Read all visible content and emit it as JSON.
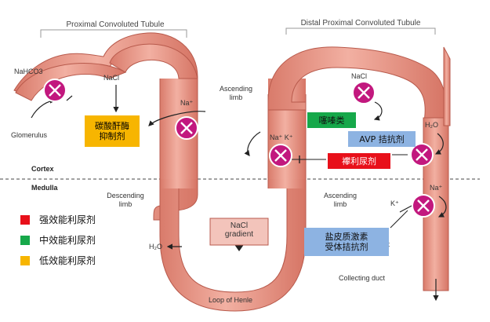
{
  "labels": {
    "proximal_title": "Proximal Convoluted Tubule",
    "distal_title": "Distal Proximal Convoluted Tubule",
    "nahco3": "NaHCO3",
    "nacl_left": "NaCl",
    "na_left": "Na⁺",
    "glomerulus": "Glomerulus",
    "ascending_upper": "Ascending\nlimb",
    "nacl_right": "NaCl",
    "na_k": "Na⁺ K⁺",
    "h2o_right": "H₂O",
    "cortex": "Cortex",
    "medulla": "Medulla",
    "descending": "Descending\nlimb",
    "ascending_lower": "Ascending\nlimb",
    "na_lower": "Na⁺",
    "k_lower": "K⁺",
    "nacl_gradient": "NaCl\ngradient",
    "h2o_left": "H₂O",
    "loop": "Loop of Henle",
    "collecting": "Collecting duct",
    "st_fragment": "st"
  },
  "drug_boxes": {
    "carbonic": "碳酸酐酶\n抑制剂",
    "thiazide": "噻嗪类",
    "avp": "AVP 拮抗剂",
    "loop": "襻利尿剂",
    "aldosterone": "盐皮质激素\n受体拮抗剂"
  },
  "legend": [
    {
      "label": "强效能利尿剂",
      "color": "#e8101a"
    },
    {
      "label": "中效能利尿剂",
      "color": "#16a84a"
    },
    {
      "label": "低效能利尿剂",
      "color": "#f7b500"
    }
  ],
  "colors": {
    "tubule": "#e89a8a",
    "tubule_edge": "#b85a4c",
    "blocker": "#c2187e",
    "dashed_line": "#444444"
  }
}
